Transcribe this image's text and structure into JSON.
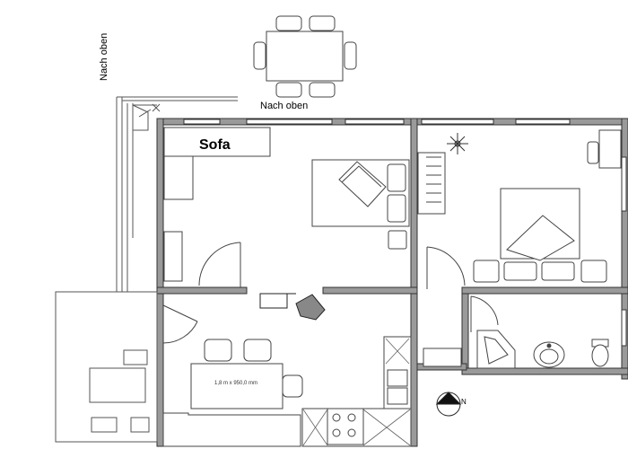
{
  "labels": {
    "sofa": "Sofa",
    "stairs_top": "Nach oben",
    "stairs_side": "Nach oben",
    "dining_table": "1,8 m x 950,0 mm"
  },
  "compass": {
    "north_letter": "N"
  },
  "colors": {
    "wall_fill": "#9a9a9a",
    "wall_stroke": "#333333",
    "furniture_stroke": "#444444",
    "background": "#ffffff"
  }
}
